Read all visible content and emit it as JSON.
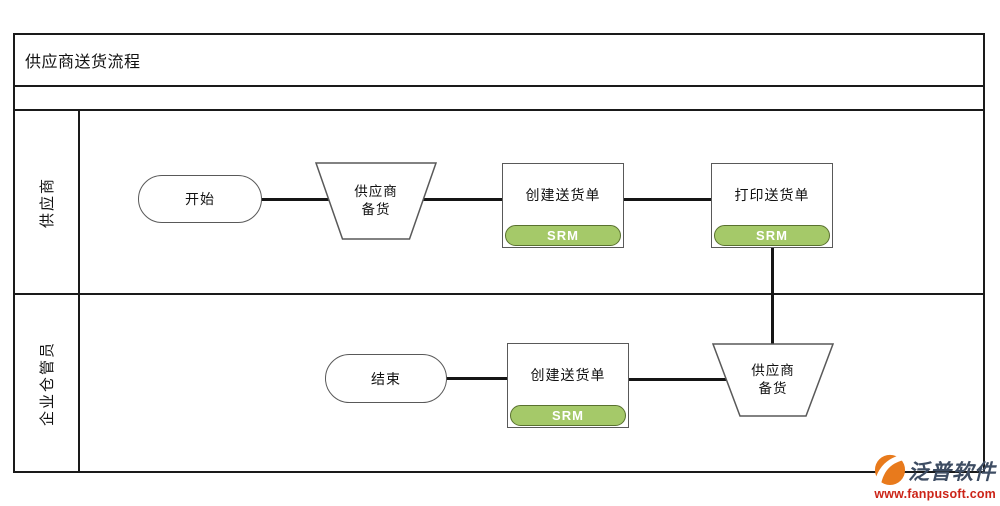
{
  "title": "供应商送货流程",
  "lanes": [
    {
      "label": "供应商"
    },
    {
      "label": "企业仓管员"
    }
  ],
  "shapes": {
    "start_label": "开始",
    "end_label": "结束",
    "prepare_line1": "供应商",
    "prepare_line2": "备货",
    "create_label": "创建送货单",
    "print_label": "打印送货单",
    "srm_badge": "SRM"
  },
  "colors": {
    "srm_fill": "#a5c969",
    "srm_border": "#59712f",
    "connector": "#151515",
    "shape_border": "#595959",
    "logo_orange": "#e87a1c",
    "logo_text": "#3e4d63",
    "logo_url_red": "#cc2418"
  },
  "logo": {
    "brand": "泛普软件",
    "url": "www.fanpusoft.com"
  }
}
